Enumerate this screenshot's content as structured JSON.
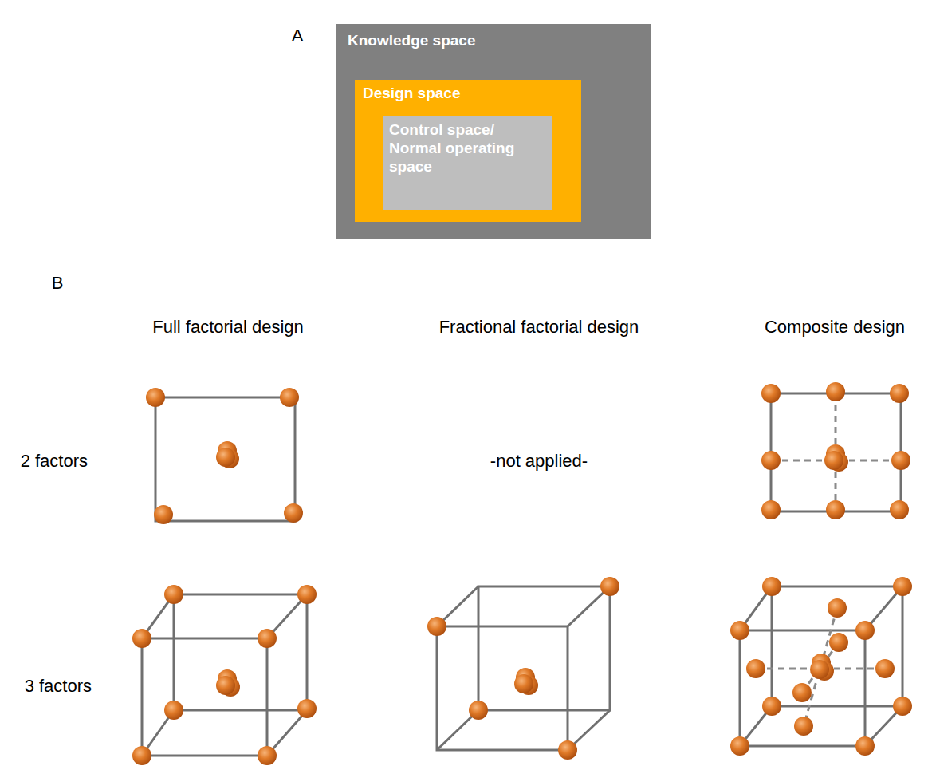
{
  "diagram": {
    "nodes": [
      {
        "text": [
          "Knowledge space"
        ]
      },
      {
        "text": [
          "Design space"
        ],
        "in": 0
      },
      {
        "text": [
          "Control space/ Normal operating space"
        ],
        "in": 1
      }
    ],
    "labels": [
      "A",
      "B",
      "Full factorial design",
      "Fractional factorial design",
      "Composite design",
      "2 factors",
      "3 factors",
      "-not applied-"
    ]
  }
}
